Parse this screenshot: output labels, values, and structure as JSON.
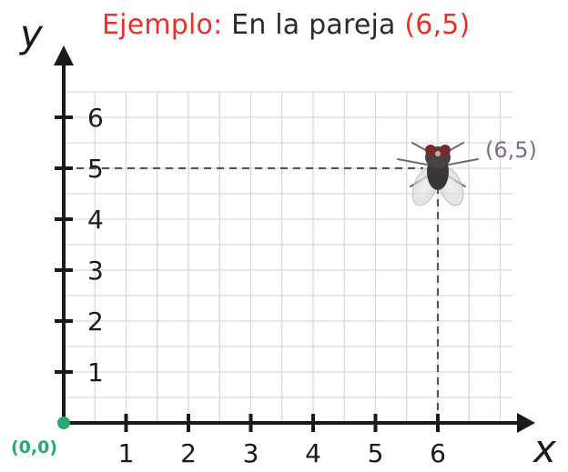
{
  "colors": {
    "grid": "#d9d9d9",
    "axis": "#1a1a1a",
    "dash": "#555555",
    "title_red": "#e8312b",
    "title_dark": "#2b2b2b",
    "point_label": "#7a6d8a",
    "origin": "#2aa772"
  },
  "title": {
    "prefix": "Ejemplo:",
    "middle": "En la pareja",
    "pair": "(6,5)"
  },
  "chart_data": {
    "type": "scatter",
    "title": "Ejemplo: En la pareja (6,5)",
    "xlabel": "x",
    "ylabel": "y",
    "xlim": [
      0,
      7
    ],
    "ylim": [
      0,
      6.5
    ],
    "x_ticks": [
      "1",
      "2",
      "3",
      "4",
      "5",
      "6"
    ],
    "y_ticks": [
      "1",
      "2",
      "3",
      "4",
      "5",
      "6"
    ],
    "grid": true,
    "origin": {
      "x": 0,
      "y": 0,
      "label": "(0,0)"
    },
    "points": [
      {
        "x": 6,
        "y": 5,
        "label": "(6,5)",
        "marker": "fly-icon"
      }
    ]
  }
}
